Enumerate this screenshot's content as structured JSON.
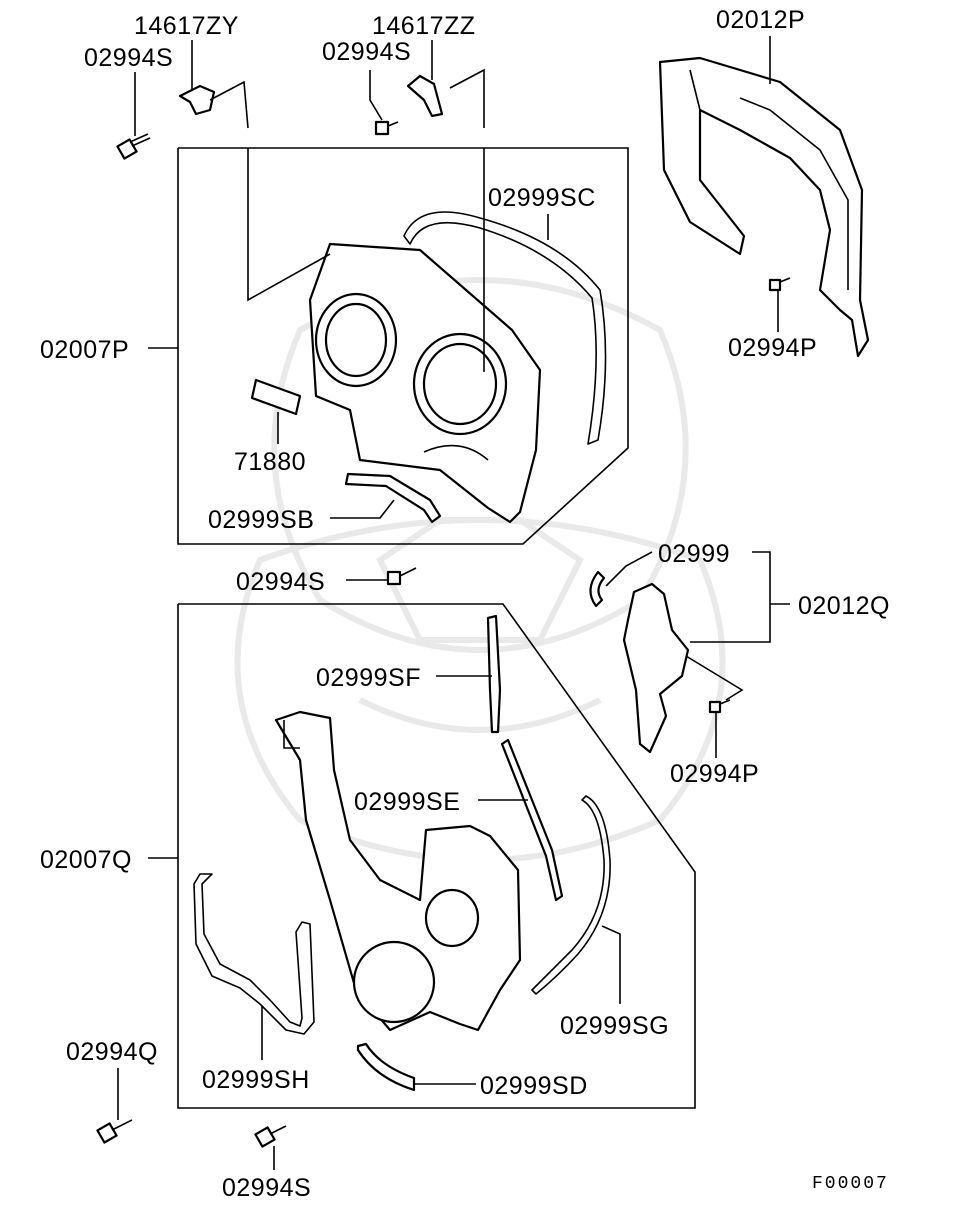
{
  "figure_code": "F00007",
  "colors": {
    "ink": "#000000",
    "background": "#ffffff",
    "watermark": "#e9e9e9"
  },
  "labels": {
    "p14617ZY": "14617ZY",
    "p14617ZZ": "14617ZZ",
    "p02994S_a": "02994S",
    "p02994S_b": "02994S",
    "p02012P": "02012P",
    "p02999SC": "02999SC",
    "p02007P": "02007P",
    "p02994P_a": "02994P",
    "p71880": "71880",
    "p02999SB": "02999SB",
    "p02994S_c": "02994S",
    "p02999": "02999",
    "p02012Q": "02012Q",
    "p02999SF": "02999SF",
    "p02994P_b": "02994P",
    "p02999SE": "02999SE",
    "p02007Q": "02007Q",
    "p02999SG": "02999SG",
    "p02994Q": "02994Q",
    "p02999SH": "02999SH",
    "p02999SD": "02999SD",
    "p02994S_d": "02994S"
  }
}
